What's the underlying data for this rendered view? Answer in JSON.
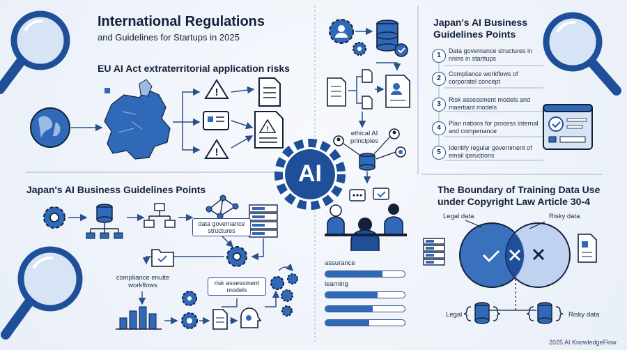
{
  "header": {
    "title": "International Regulations",
    "subtitle": "and Guidelines for Startups in 2025"
  },
  "eu": {
    "heading": "EU AI Act extraterritorial application risks"
  },
  "japan_left": {
    "heading": "Japan's AI Business Guidelines Points",
    "data_governance": "data governance structures",
    "compliance": "compliance enuite workflows",
    "risk": "risk assessment models"
  },
  "center": {
    "hub": "AI",
    "ethical": "ethical AI principles",
    "progress": [
      {
        "label": "assurance",
        "value": 0.72
      },
      {
        "label": "learning",
        "value": 0.66
      },
      {
        "label": "",
        "value": 0.6
      },
      {
        "label": "",
        "value": 0.55
      }
    ]
  },
  "japan_right": {
    "heading": "Japan's AI Business Guidelines Points",
    "points": [
      {
        "num": "1",
        "text": "Data governance structures in nnins in starttups"
      },
      {
        "num": "2",
        "text": "Compliance workflows of corporatel concept"
      },
      {
        "num": "3",
        "text": "Risk assessment models and maertiant models"
      },
      {
        "num": "4",
        "text": "Plan nations for process internal and compenance"
      },
      {
        "num": "5",
        "text": "Identify regular government of email iprructions"
      }
    ]
  },
  "copyright": {
    "heading_line1": "The Boundary of Training Data Use",
    "heading_line2": "under Copyright Law Article 30-4",
    "legal_data": "Legal data",
    "risky_data": "Risky data",
    "legal": "Legal",
    "risky": "Risky data"
  },
  "footer": {
    "credit": "2025 AI KnowledgeFlow"
  },
  "colors": {
    "primary": "#2f69b8",
    "dark": "#1e4f98",
    "light": "#9bbbe6",
    "navy": "#12203a"
  }
}
